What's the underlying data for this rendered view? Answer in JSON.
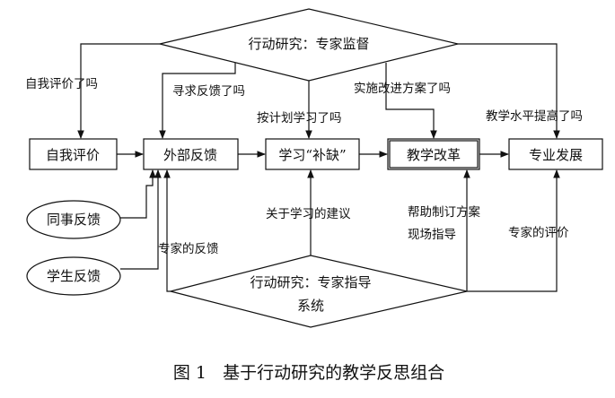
{
  "diagram": {
    "top_diamond": {
      "label": "行动研究：专家监督"
    },
    "bottom_diamond": {
      "line1": "行动研究：专家指导",
      "line2": "系统"
    },
    "nodes": {
      "self_eval": "自我评价",
      "external_feedback": "外部反馈",
      "study": "学习“补缺”",
      "reform": "教学改革",
      "development": "专业发展"
    },
    "ellipses": {
      "peer_feedback": "同事反馈",
      "student_feedback": "学生反馈"
    },
    "labels": {
      "q_self": "自我评价了吗",
      "q_seek": "寻求反馈了吗",
      "q_plan": "按计划学习了吗",
      "q_implement": "实施改进方案了吗",
      "q_level": "教学水平提高了吗",
      "expert_feedback": "专家的反馈",
      "study_advice": "关于学习的建议",
      "help_plan_1": "帮助制订方案",
      "help_plan_2": "现场指导",
      "expert_eval": "专家的评价"
    }
  },
  "caption": "图 1   基于行动研究的教学反思组合"
}
